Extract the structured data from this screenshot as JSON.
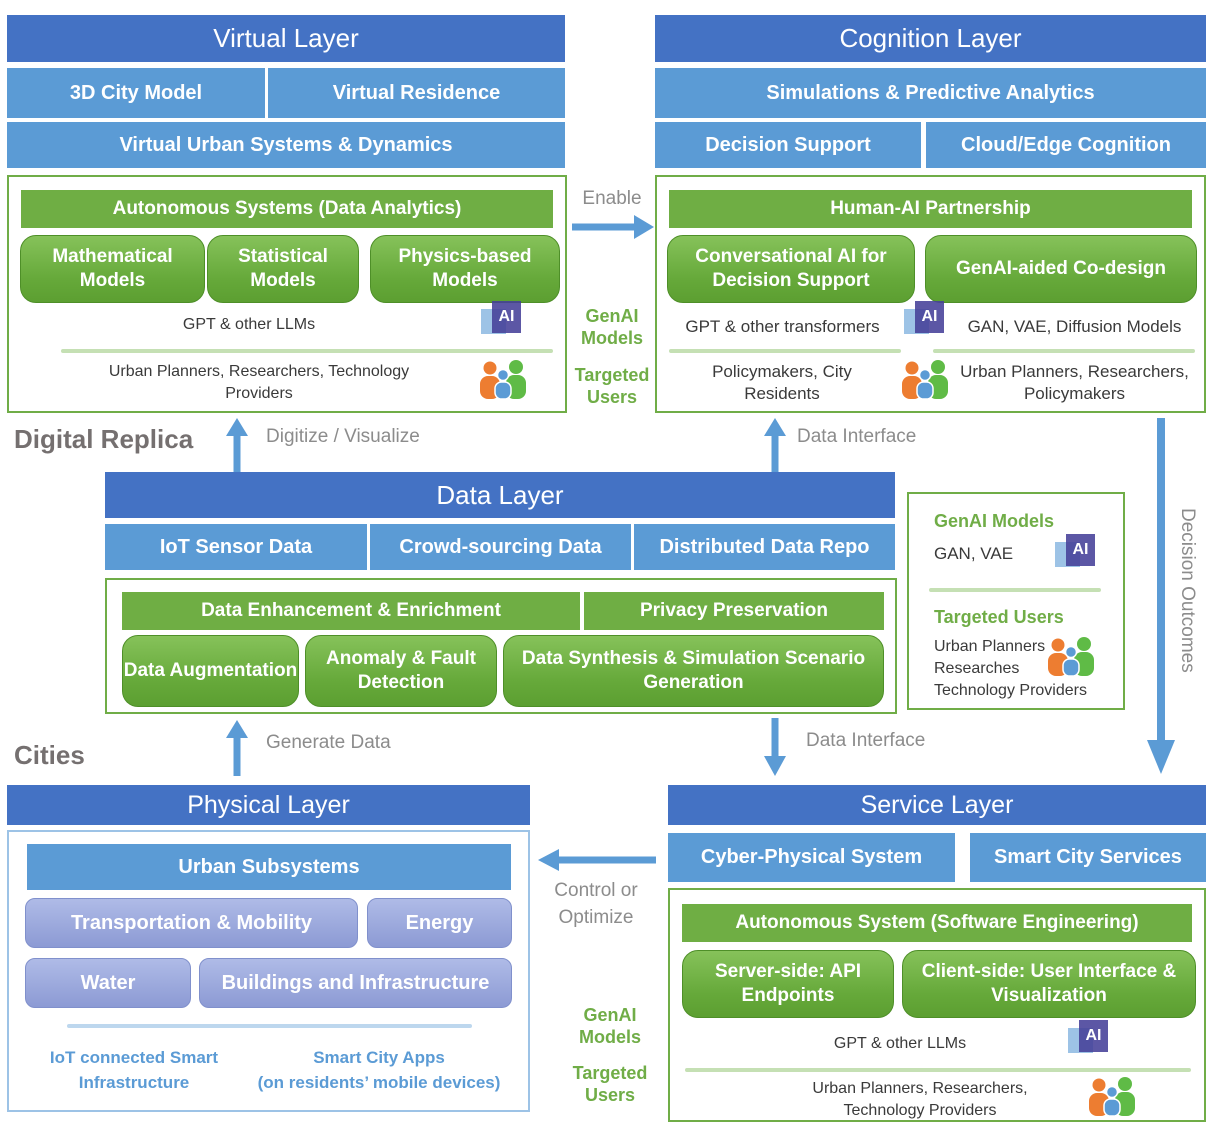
{
  "colors": {
    "header_blue": "#4472C4",
    "sub_blue": "#5B9BD5",
    "green": "#70AD47",
    "arrow_blue": "#5B9BD5",
    "gray_label": "#8C8C8C",
    "periwinkle": "#8FAADC"
  },
  "ai_icon_text": "AI",
  "virtual_layer": {
    "title": "Virtual Layer",
    "row1": [
      "3D City Model",
      "Virtual Residence"
    ],
    "row2": "Virtual Urban Systems & Dynamics",
    "autonomous": {
      "title": "Autonomous Systems (Data Analytics)",
      "models": [
        "Mathematical Models",
        "Statistical Models",
        "Physics-based Models"
      ],
      "genai": "GPT & other LLMs",
      "users": "Urban Planners, Researchers, Technology Providers"
    }
  },
  "cognition_layer": {
    "title": "Cognition Layer",
    "row1": "Simulations & Predictive Analytics",
    "row2": [
      "Decision Support",
      "Cloud/Edge Cognition"
    ],
    "partnership": {
      "title": "Human-AI Partnership",
      "models": [
        "Conversational AI for Decision Support",
        "GenAI-aided Co-design"
      ],
      "genai_left": "GPT & other transformers",
      "genai_right": "GAN, VAE, Diffusion Models",
      "users_left": "Policymakers, City Residents",
      "users_right": "Urban Planners, Researchers, Policymakers"
    }
  },
  "data_layer": {
    "title": "Data Layer",
    "row1": [
      "IoT Sensor Data",
      "Crowd-sourcing Data",
      "Distributed Data Repo"
    ],
    "processing_row1": [
      "Data Enhancement & Enrichment",
      "Privacy Preservation"
    ],
    "processing_row2": [
      "Data Augmentation",
      "Anomaly & Fault Detection",
      "Data Synthesis & Simulation Scenario Generation"
    ]
  },
  "genai_panel": {
    "models_title": "GenAI Models",
    "models": "GAN, VAE",
    "users_title": "Targeted Users",
    "users": [
      "Urban Planners",
      "Researches",
      "Technology Providers"
    ]
  },
  "physical_layer": {
    "title": "Physical Layer",
    "subsystems_title": "Urban Subsystems",
    "subsystems": [
      "Transportation & Mobility",
      "Energy",
      "Water",
      "Buildings and Infrastructure"
    ],
    "footer_left": {
      "line1": "IoT connected Smart",
      "line2": "Infrastructure"
    },
    "footer_right": {
      "line1": "Smart City Apps",
      "line2": "(on residents’ mobile devices)"
    }
  },
  "service_layer": {
    "title": "Service Layer",
    "row1": [
      "Cyber-Physical System",
      "Smart City Services"
    ],
    "autonomous": {
      "title": "Autonomous System (Software Engineering)",
      "models": [
        "Server-side: API Endpoints",
        "Client-side: User Interface & Visualization"
      ],
      "genai": "GPT & other LLMs",
      "users": "Urban Planners, Researchers, Technology Providers"
    }
  },
  "annotations": {
    "digital_replica": "Digital Replica",
    "cities": "Cities",
    "enable": "Enable",
    "digitize": "Digitize / Visualize",
    "data_interface_top": "Data Interface",
    "data_interface_bottom": "Data Interface",
    "generate_data": "Generate Data",
    "control_optimize": "Control or Optimize",
    "decision_outcomes": "Decision Outcomes",
    "genai_models_top": "GenAI Models",
    "targeted_users_top": "Targeted Users",
    "genai_models_bottom": "GenAI Models",
    "targeted_users_bottom": "Targeted Users"
  }
}
